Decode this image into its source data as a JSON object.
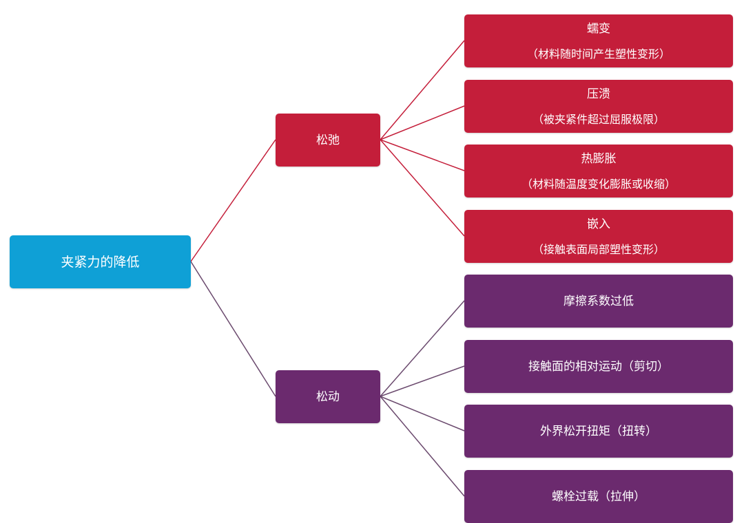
{
  "colors": {
    "root": "#0fa0d6",
    "branch_red": "#c41e3a",
    "branch_purple": "#6b2a6e",
    "line_red": "#c41e3a",
    "line_purple": "#6b4a6e"
  },
  "root": {
    "label": "夹紧力的降低"
  },
  "branches": [
    {
      "label": "松弛",
      "leaves": [
        {
          "title": "蠕变",
          "note": "（材料随时间产生塑性变形）"
        },
        {
          "title": "压溃",
          "note": "（被夹紧件超过屈服极限）"
        },
        {
          "title": "热膨胀",
          "note": "（材料随温度变化膨胀或收缩）"
        },
        {
          "title": "嵌入",
          "note": "（接触表面局部塑性变形）"
        }
      ]
    },
    {
      "label": "松动",
      "leaves": [
        {
          "title": "摩擦系数过低"
        },
        {
          "title": "接触面的相对运动（剪切）"
        },
        {
          "title": "外界松开扭矩（扭转）"
        },
        {
          "title": "螺栓过载（拉伸）"
        }
      ]
    }
  ]
}
